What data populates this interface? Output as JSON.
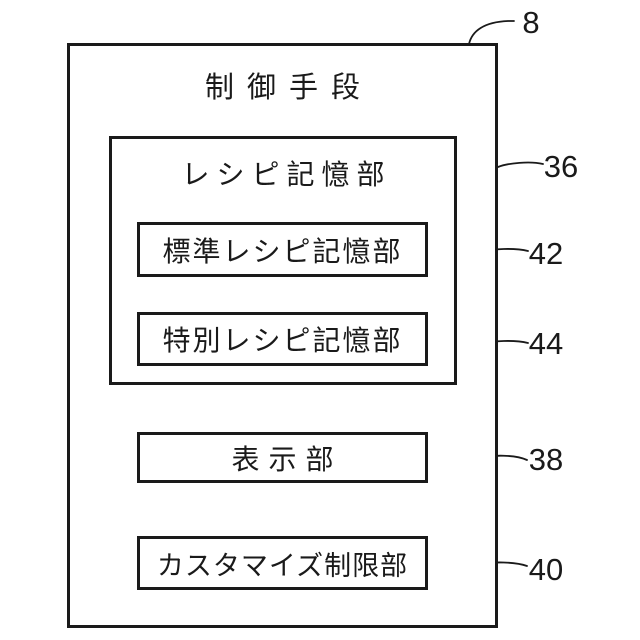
{
  "colors": {
    "background": "#ffffff",
    "line": "#1a1a1a",
    "text": "#1a1a1a"
  },
  "boxes": {
    "outer": {
      "label": "制御手段",
      "ref": "8"
    },
    "recipe": {
      "label": "レシピ記憶部",
      "ref": "36"
    },
    "standard_recipe": {
      "label": "標準レシピ記憶部",
      "ref": "42"
    },
    "special_recipe": {
      "label": "特別レシピ記憶部",
      "ref": "44"
    },
    "display": {
      "label": "表示部",
      "ref": "38"
    },
    "customize_limit": {
      "label": "カスタマイズ制限部",
      "ref": "40"
    }
  }
}
